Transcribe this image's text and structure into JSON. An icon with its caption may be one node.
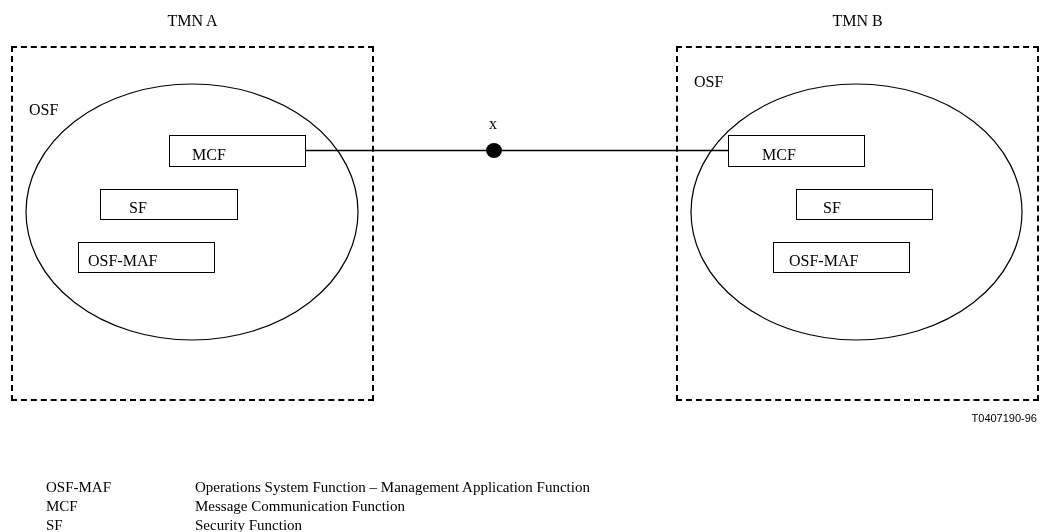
{
  "diagram": {
    "nodes": [
      {
        "text": [
          "TMN A"
        ]
      },
      {
        "text": [
          "OSF"
        ],
        "in": 0
      },
      {
        "text": [
          "MCF"
        ],
        "in": 1
      },
      {
        "text": [
          "SF"
        ],
        "in": 1
      },
      {
        "text": [
          "OSF-MAF"
        ],
        "in": 1
      },
      {
        "text": [
          "TMN B"
        ]
      },
      {
        "text": [
          "OSF"
        ],
        "in": 5
      },
      {
        "text": [
          "MCF"
        ],
        "in": 6
      },
      {
        "text": [
          "SF"
        ],
        "in": 6
      },
      {
        "text": [
          "OSF-MAF"
        ],
        "in": 6
      },
      {
        "text": [
          "x"
        ]
      }
    ],
    "edges": [
      {
        "from": 2,
        "to": 10,
        "arrow": "none"
      },
      {
        "from": 10,
        "to": 7,
        "arrow": "none"
      }
    ],
    "labels": [
      "T0407190-96",
      "OSF-MAF",
      "Operations System Function – Management Application Function",
      "MCF",
      "Message Communication Function",
      "SF",
      "Security Function"
    ]
  }
}
